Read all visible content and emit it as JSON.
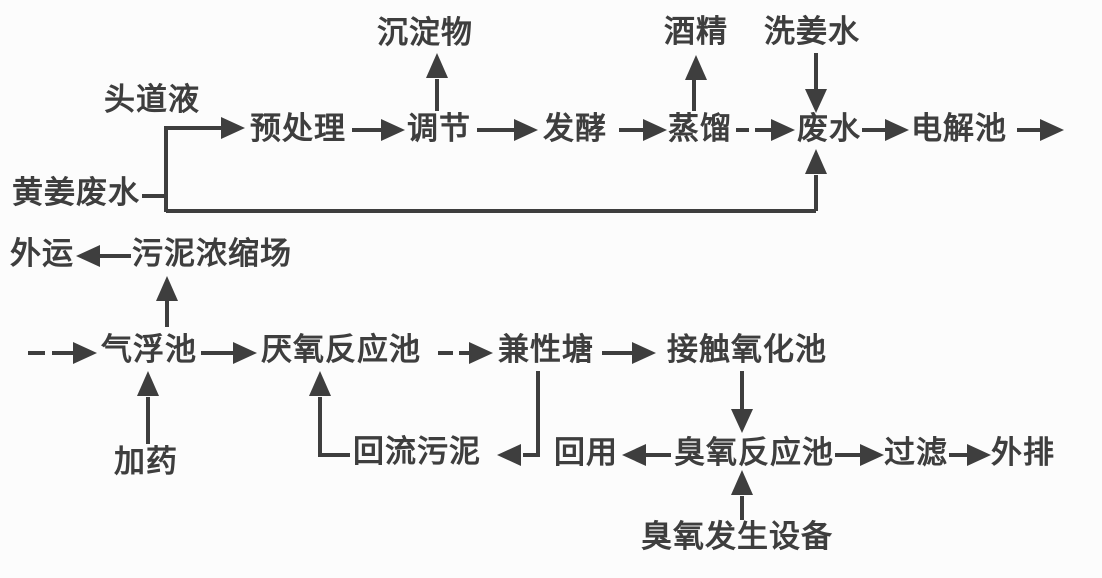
{
  "colors": {
    "ink": "#3e3e3e",
    "background": "#fcfcfc"
  },
  "diagram_type": "process-flow-diagram",
  "labels": {
    "sediment": "沉淀物",
    "alcohol": "酒精",
    "ginger_wash_water": "洗姜水",
    "first_liquid": "头道液",
    "pretreatment": "预处理",
    "adjustment": "调节",
    "fermentation": "发酵",
    "distillation": "蒸馏",
    "wastewater": "废水",
    "electrolysis_cell": "电解池",
    "yellow_ginger_wastewater": "黄姜废水",
    "outward_transport": "外运",
    "sludge_thickening_yard": "污泥浓缩场",
    "air_flotation_tank": "气浮池",
    "dosing": "加药",
    "anaerobic_reaction_tank": "厌氧反应池",
    "return_sludge": "回流污泥",
    "facultative_pond": "兼性塘",
    "contact_oxidation_tank": "接触氧化池",
    "reuse": "回用",
    "ozone_reaction_tank": "臭氧反应池",
    "filtration": "过滤",
    "discharge": "外排",
    "ozone_generator": "臭氧发生设备"
  },
  "edges": [
    {
      "from": "黄姜废水",
      "to": "预处理",
      "stream": "头道液"
    },
    {
      "from": "预处理",
      "to": "调节"
    },
    {
      "from": "调节",
      "to": "沉淀物"
    },
    {
      "from": "调节",
      "to": "发酵"
    },
    {
      "from": "发酵",
      "to": "蒸馏"
    },
    {
      "from": "蒸馏",
      "to": "酒精"
    },
    {
      "from": "蒸馏",
      "to": "废水"
    },
    {
      "from": "洗姜水",
      "to": "废水"
    },
    {
      "from": "黄姜废水",
      "to": "废水"
    },
    {
      "from": "废水",
      "to": "电解池"
    },
    {
      "from": "电解池",
      "to": "(下一段)"
    },
    {
      "from": "(上一段)",
      "to": "气浮池"
    },
    {
      "from": "气浮池",
      "to": "污泥浓缩场"
    },
    {
      "from": "污泥浓缩场",
      "to": "外运"
    },
    {
      "from": "加药",
      "to": "气浮池"
    },
    {
      "from": "气浮池",
      "to": "厌氧反应池"
    },
    {
      "from": "厌氧反应池",
      "to": "兼性塘"
    },
    {
      "from": "兼性塘",
      "to": "接触氧化池"
    },
    {
      "from": "兼性塘",
      "to": "回流污泥"
    },
    {
      "from": "回流污泥",
      "to": "厌氧反应池"
    },
    {
      "from": "接触氧化池",
      "to": "臭氧反应池"
    },
    {
      "from": "臭氧反应池",
      "to": "回用"
    },
    {
      "from": "臭氧发生设备",
      "to": "臭氧反应池"
    },
    {
      "from": "臭氧反应池",
      "to": "过滤"
    },
    {
      "from": "过滤",
      "to": "外排"
    }
  ]
}
